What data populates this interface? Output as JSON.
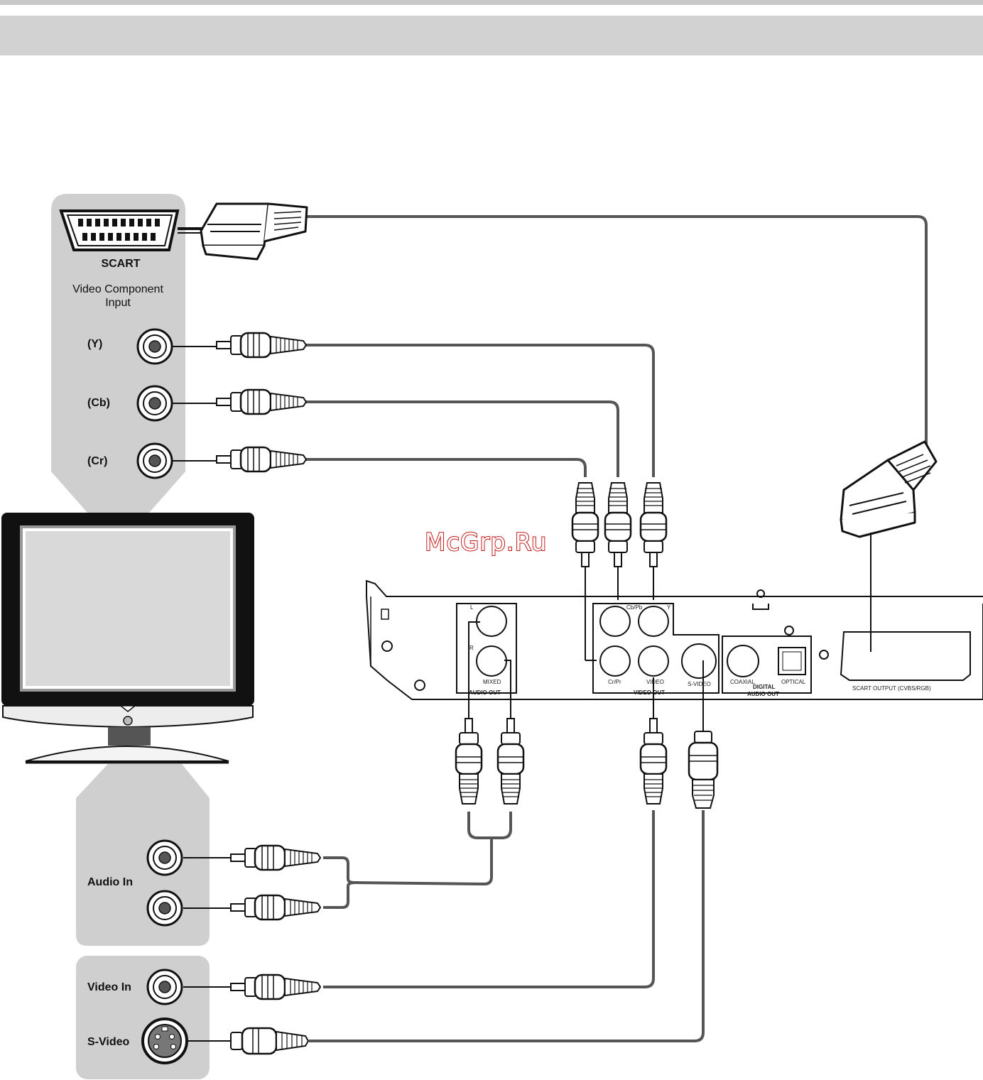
{
  "tv_inputs": {
    "scart": "SCART",
    "component_title_1": "Video Component",
    "component_title_2": "Input",
    "y": "(Y)",
    "cb": "(Cb)",
    "cr": "(Cr)",
    "audio_in": "Audio In",
    "video_in": "Video In",
    "s_video": "S-Video"
  },
  "player_panel": {
    "cb_pb": "Cb/Pb",
    "y": "Y",
    "cr_pr": "Cr/Pr",
    "video": "VIDEO",
    "s_video": "S-VIDEO",
    "video_out": "VIDEO OUT",
    "l": "L",
    "r": "R",
    "mixed": "MIXED",
    "audio_out": "AUDIO OUT",
    "coaxial": "COAXIAL",
    "optical": "OPTICAL",
    "digital_1": "DIGITAL",
    "digital_2": "AUDIO OUT",
    "scart_output": "SCART OUTPUT (CVBS/RGB)"
  },
  "watermark": "McGrp.Ru",
  "colors": {
    "panel_gray": "#cfcfcf",
    "banner_gray": "#d2d2d2",
    "cable": "#555555",
    "watermark": "#c51a1a"
  }
}
